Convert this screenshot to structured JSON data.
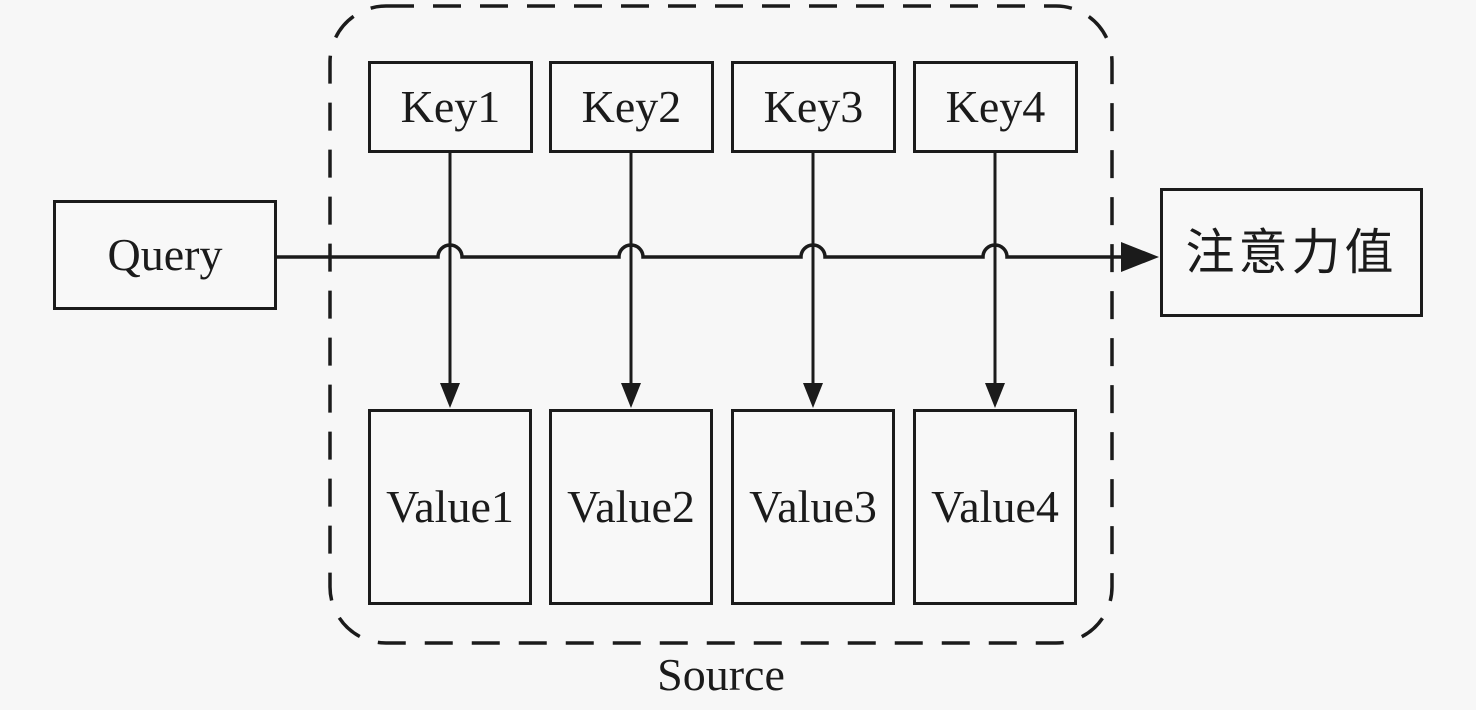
{
  "diagram": {
    "title_hint": "attention mechanism key-value lookup diagram",
    "colors": {
      "background": "#f7f7f7",
      "line": "#1b1b1b",
      "box_fill": "#f8f8f8"
    },
    "query": {
      "label": "Query"
    },
    "keys": [
      {
        "label": "Key1"
      },
      {
        "label": "Key2"
      },
      {
        "label": "Key3"
      },
      {
        "label": "Key4"
      }
    ],
    "values": [
      {
        "label": "Value1"
      },
      {
        "label": "Value2"
      },
      {
        "label": "Value3"
      },
      {
        "label": "Value4"
      }
    ],
    "output": {
      "label": "注意力值"
    },
    "source_group": {
      "label": "Source"
    }
  }
}
